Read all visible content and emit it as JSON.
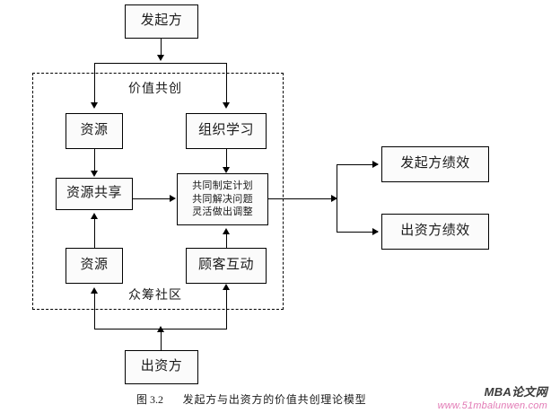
{
  "figure": {
    "caption_prefix": "图 3.2",
    "caption_text": "发起方与出资方的价值共创理论模型"
  },
  "regions": [
    {
      "id": "value-cocreation",
      "label": "价值共创"
    },
    {
      "id": "crowdfunding-community",
      "label": "众筹社区"
    }
  ],
  "nodes": {
    "initiator": "发起方",
    "funder": "出资方",
    "resource_top": "资源",
    "resource_bottom": "资源",
    "resource_sharing": "资源共享",
    "organizational_learning": "组织学习",
    "customer_interaction": "顾客互动",
    "joint_actions": {
      "line1": "共同制定计划",
      "line2": "共同解决问题",
      "line3": "灵活做出调整"
    },
    "initiator_performance": "发起方绩效",
    "funder_performance": "出资方绩效"
  },
  "watermark": {
    "brand": "MBA论文网",
    "url": "www.51mbalunwen.com",
    "brand_color": "#3a3a3a",
    "url_color": "#e27ab5"
  },
  "colors": {
    "stroke": "#000000",
    "node_fill": "#fbfbfb",
    "background": "#ffffff"
  }
}
